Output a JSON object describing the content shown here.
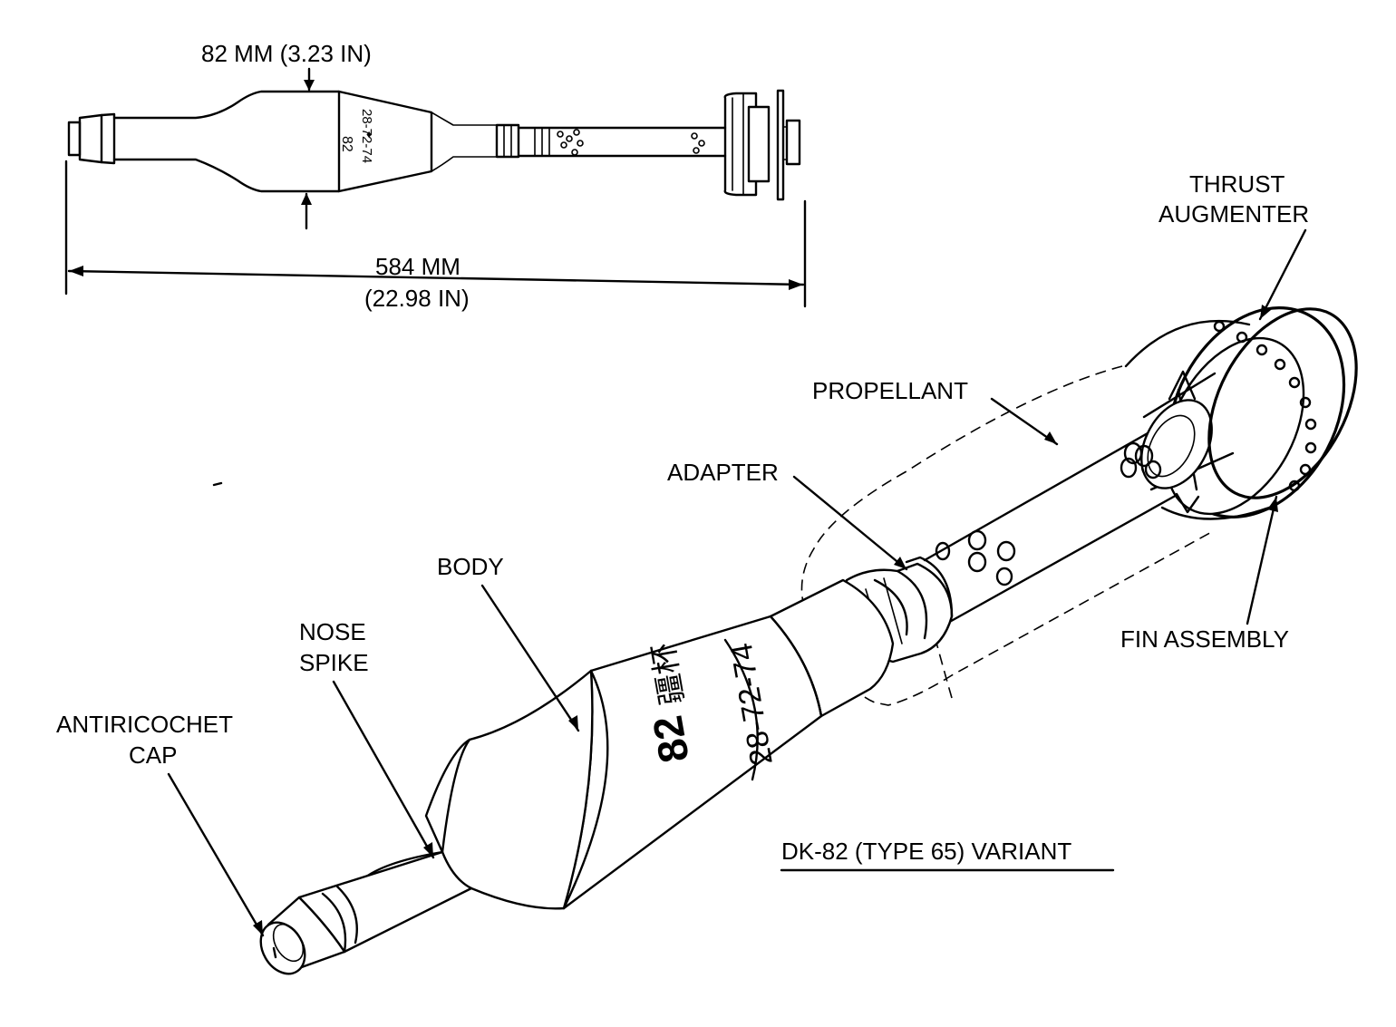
{
  "labels": {
    "diameter": "82 MM (3.23 IN)",
    "length_line1": "584 MM",
    "length_line2": "(22.98 IN)",
    "thrust_line1": "THRUST",
    "thrust_line2": "AUGMENTER",
    "propellant": "PROPELLANT",
    "adapter": "ADAPTER",
    "body": "BODY",
    "nose_line1": "NOSE",
    "nose_line2": "SPIKE",
    "cap_line1": "ANTIRICOCHET",
    "cap_line2": "CAP",
    "fin": "FIN ASSEMBLY",
    "variant": "DK-82 (TYPE 65) VARIANT"
  },
  "markings": {
    "small_code": "28-72-74",
    "small_caliber": "82",
    "large_code": "28-72-74",
    "large_caliber": "82"
  },
  "colors": {
    "ink": "#000000",
    "paper": "#ffffff"
  }
}
